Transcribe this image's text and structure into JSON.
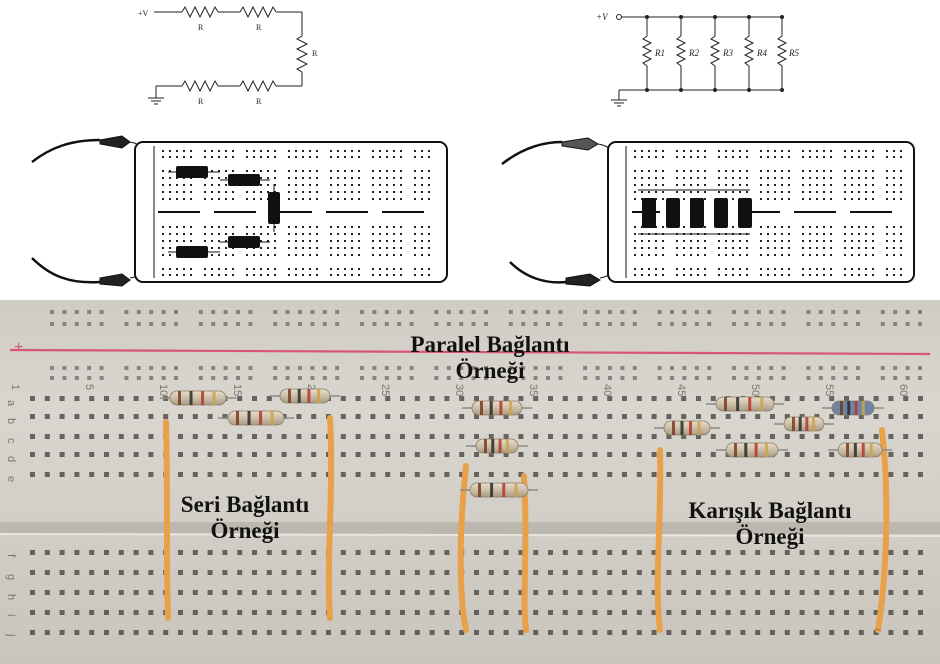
{
  "series_schematic": {
    "supply_label": "+V",
    "resistor_labels": [
      "R",
      "R",
      "R",
      "R",
      "R"
    ]
  },
  "parallel_schematic": {
    "supply_label": "+V",
    "resistor_labels": [
      "R1",
      "R2",
      "R3",
      "R4",
      "R5"
    ]
  },
  "photo": {
    "labels": {
      "parallel": [
        "Paralel Bağlantı",
        "Örneği"
      ],
      "series": [
        "Seri Bağlantı",
        "Örneği"
      ],
      "mixed": [
        "Karışık Bağlantı",
        "Örneği"
      ]
    },
    "column_numbers": [
      "1",
      "5",
      "10",
      "15",
      "20",
      "25",
      "30",
      "35",
      "40",
      "45",
      "50",
      "55",
      "60"
    ],
    "row_letters": [
      "a",
      "b",
      "c",
      "d",
      "e",
      "f",
      "g",
      "h",
      "i",
      "j"
    ]
  },
  "colors": {
    "rail_red": "#d8557a",
    "board": "#d9d6cf",
    "wire_orange": "#e8a049",
    "resistor_body": "#cdbfa8"
  }
}
